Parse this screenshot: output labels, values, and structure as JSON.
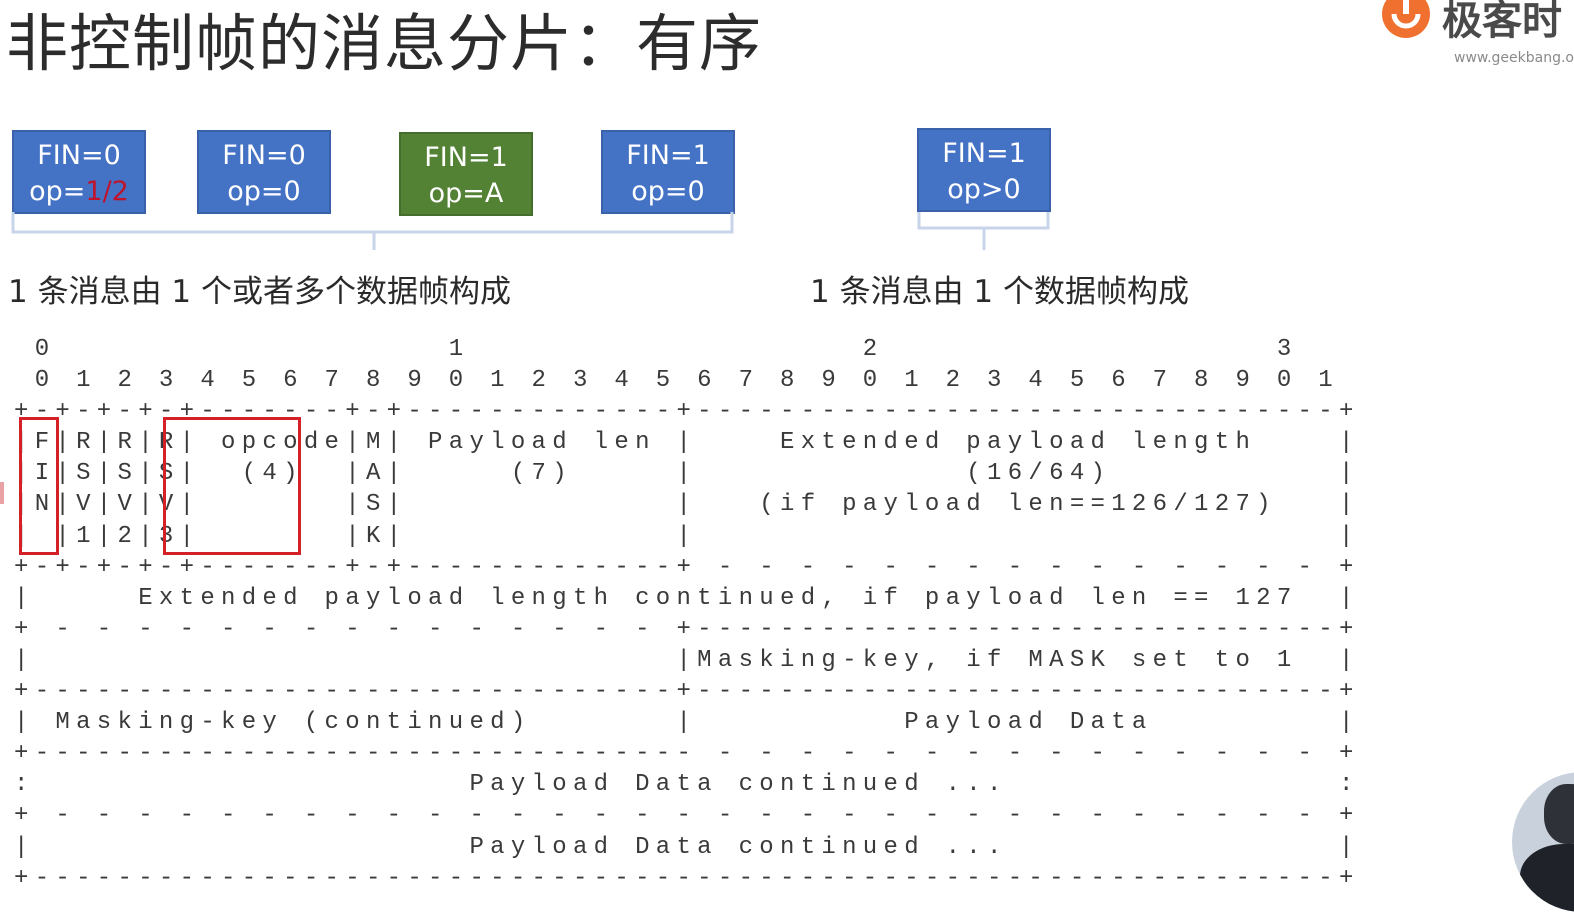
{
  "title": "非控制帧的消息分片：有序",
  "logo": {
    "name": "极客时",
    "url": "www.geekbang.org"
  },
  "frames": [
    {
      "fin": "FIN=0",
      "op_prefix": "op=",
      "op_value": "1/2",
      "color": "#4472c4"
    },
    {
      "fin": "FIN=0",
      "op_prefix": "op=",
      "op_value": "0",
      "color": "#4472c4"
    },
    {
      "fin": "FIN=1",
      "op_prefix": "op=",
      "op_value": "A",
      "color": "#548235"
    },
    {
      "fin": "FIN=1",
      "op_prefix": "op=",
      "op_value": "0",
      "color": "#4472c4"
    },
    {
      "fin": "FIN=1",
      "op_prefix": "op",
      "op_value": ">0",
      "color": "#4472c4"
    }
  ],
  "captions": {
    "multi_frame": "1 条消息由 1 个或者多个数据帧构成",
    "single_frame": "1 条消息由 1 个数据帧构成"
  },
  "frame_layout": [
    " 0                   1                   2                   3",
    " 0 1 2 3 4 5 6 7 8 9 0 1 2 3 4 5 6 7 8 9 0 1 2 3 4 5 6 7 8 9 0 1",
    "+-+-+-+-+-------+-+-------------+-------------------------------+",
    "|F|R|R|R| opcode|M| Payload len |    Extended payload length    |",
    "|I|S|S|S|  (4)  |A|     (7)     |             (16/64)           |",
    "|N|V|V|V|       |S|             |   (if payload len==126/127)   |",
    "| |1|2|3|       |K|             |                               |",
    "+-+-+-+-+-------+-+-------------+ - - - - - - - - - - - - - - - +",
    "|     Extended payload length continued, if payload len == 127  |",
    "+ - - - - - - - - - - - - - - - +-------------------------------+",
    "|                               |Masking-key, if MASK set to 1  |",
    "+-------------------------------+-------------------------------+",
    "| Masking-key (continued)       |          Payload Data         |",
    "+-------------------------------- - - - - - - - - - - - - - - - +",
    ":                     Payload Data continued ...                :",
    "+ - - - - - - - - - - - - - - - - - - - - - - - - - - - - - - - +",
    "|                     Payload Data continued ...                |",
    "+---------------------------------------------------------------+"
  ],
  "colors": {
    "highlight": "#d42027",
    "frame_blue": "#4472c4",
    "frame_green": "#548235",
    "op_red": "#c0132d"
  }
}
